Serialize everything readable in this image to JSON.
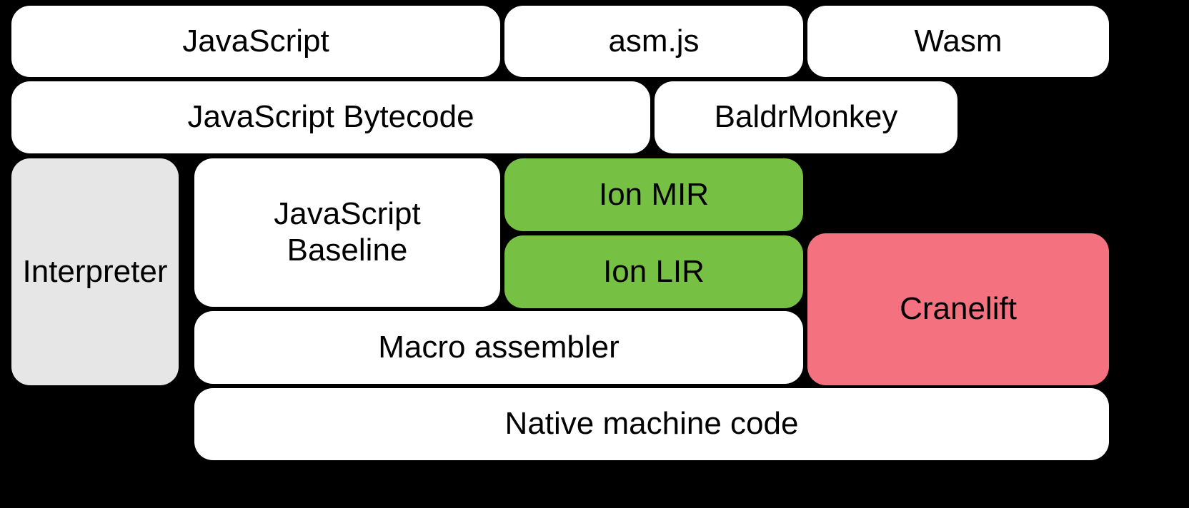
{
  "diagram": {
    "background": "#000000",
    "text_color": "#000000",
    "colors": {
      "default_box": "#ffffff",
      "interpreter_gray": "#e6e6e6",
      "ion_green": "#76c043",
      "cranelift_pink": "#f4717f"
    },
    "nodes": {
      "javascript": {
        "label": "JavaScript",
        "fill": "#ffffff"
      },
      "asmjs": {
        "label": "asm.js",
        "fill": "#ffffff"
      },
      "wasm": {
        "label": "Wasm",
        "fill": "#ffffff"
      },
      "js_bytecode": {
        "label": "JavaScript Bytecode",
        "fill": "#ffffff"
      },
      "baldrmonkey": {
        "label": "BaldrMonkey",
        "fill": "#ffffff"
      },
      "interpreter": {
        "label": "Interpreter",
        "fill": "#e6e6e6"
      },
      "js_baseline": {
        "label": "JavaScript Baseline",
        "fill": "#ffffff"
      },
      "ion_mir": {
        "label": "Ion MIR",
        "fill": "#76c043"
      },
      "ion_lir": {
        "label": "Ion LIR",
        "fill": "#76c043"
      },
      "cranelift": {
        "label": "Cranelift",
        "fill": "#f4717f"
      },
      "macro_assembler": {
        "label": "Macro assembler",
        "fill": "#ffffff"
      },
      "native_machine_code": {
        "label": "Native machine code",
        "fill": "#ffffff"
      }
    }
  }
}
